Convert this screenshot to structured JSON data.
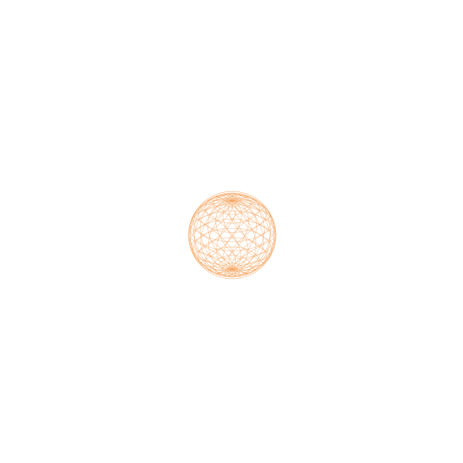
{
  "scene": {
    "background_color": "#ffffff",
    "object": {
      "kind": "wireframe-sphere",
      "stroke_color": "#f5a35c",
      "latitude_bands": 14,
      "longitude_segments": 18,
      "tilt_degrees": 35,
      "spin_degrees": 20
    }
  }
}
